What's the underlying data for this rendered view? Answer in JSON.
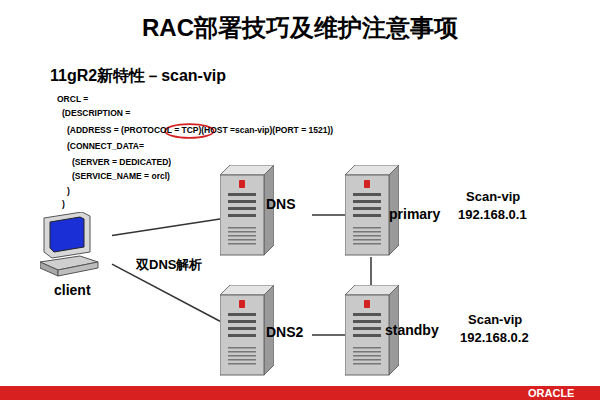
{
  "diagram": {
    "title": "RAC部署技巧及维护注意事项",
    "nodes": [
      {
        "text": [
          "DNS"
        ]
      },
      {
        "text": [
          "primary"
        ]
      },
      {
        "text": [
          "client"
        ]
      },
      {
        "text": [
          "DNS2"
        ]
      },
      {
        "text": [
          "standby"
        ]
      }
    ],
    "edges": [
      {
        "from": 2,
        "to": 0,
        "arrow": "none"
      },
      {
        "from": 2,
        "to": 3,
        "arrow": "none"
      },
      {
        "from": 0,
        "to": 1,
        "arrow": "none"
      },
      {
        "from": 3,
        "to": 4,
        "arrow": "none"
      },
      {
        "from": 1,
        "to": 4,
        "arrow": "none"
      }
    ],
    "labels": [
      "11gR2新特性－scan-vip",
      "ORCL =",
      "(DESCRIPTION =",
      "(ADDRESS = (PROTOCOL = TCP)(HOST =scan-vip)(PORT = 1521))",
      "(CONNECT_DATA=",
      "(SERVER = DEDICATED)",
      "(SERVICE_NAME = orcl)",
      ")",
      ")",
      "双DNS解析",
      "Scan-vip",
      "192.168.0.1",
      "Scan-vip",
      "192.168.0.2",
      "ORACLE"
    ]
  }
}
